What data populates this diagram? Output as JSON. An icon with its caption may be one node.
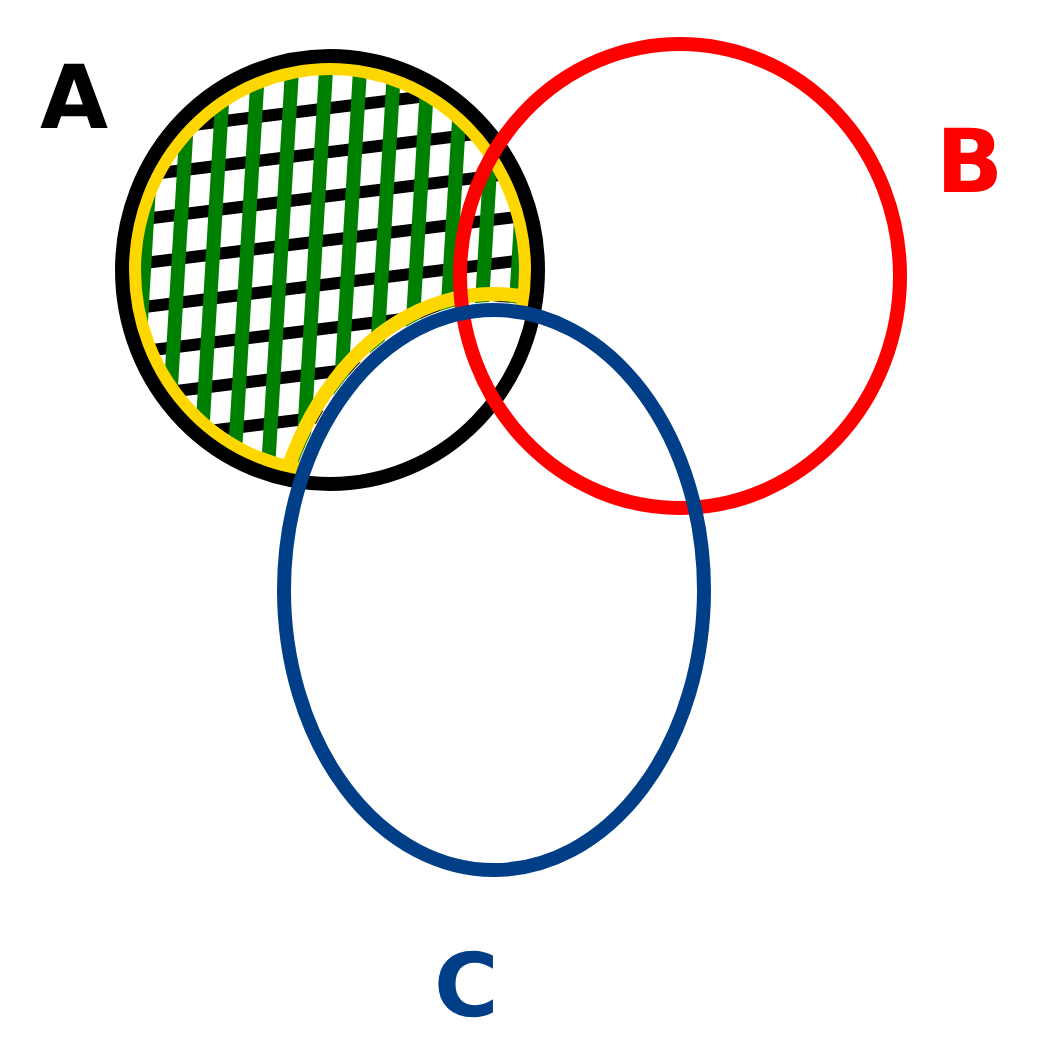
{
  "diagram": {
    "nodes": [
      {
        "text": [
          "A"
        ]
      },
      {
        "text": [
          "B"
        ]
      },
      {
        "text": [
          "C"
        ]
      }
    ],
    "edges": []
  }
}
